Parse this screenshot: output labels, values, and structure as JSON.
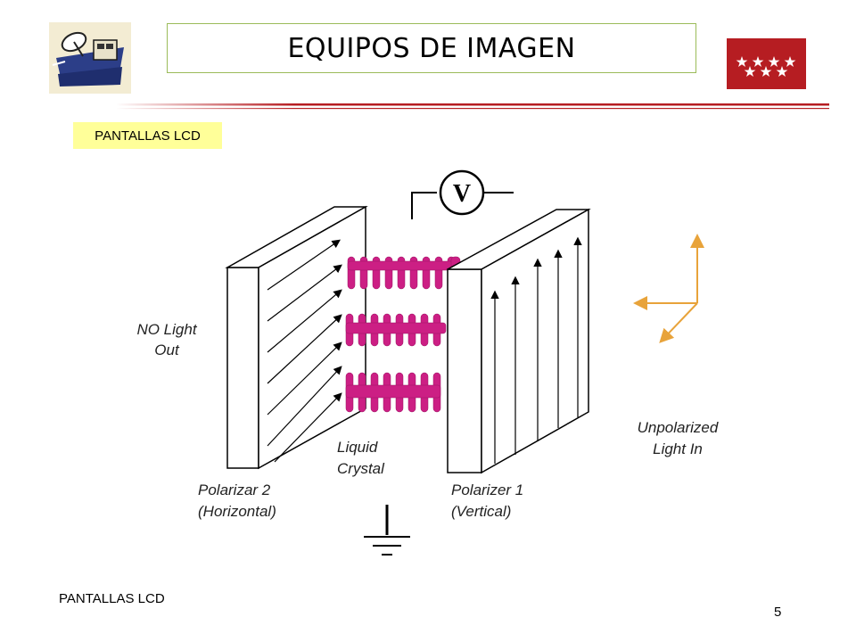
{
  "header": {
    "title": "EQUIPOS DE IMAGEN"
  },
  "section_tag": "PANTALLAS LCD",
  "diagram": {
    "voltmeter_symbol": "V",
    "labels": {
      "no_light_out_1": "NO Light",
      "no_light_out_2": "Out",
      "polarizer2_1": "Polarizar 2",
      "polarizer2_2": "(Horizontal)",
      "liquid_crystal_1": "Liquid",
      "liquid_crystal_2": "Crystal",
      "polarizer1_1": "Polarizer 1",
      "polarizer1_2": "(Vertical)",
      "unpolarized_1": "Unpolarized",
      "unpolarized_2": "Light In"
    },
    "colors": {
      "crystal": "#cc1f84",
      "light_arrows": "#e8a33a",
      "flag": "#b61d22",
      "title_border": "#9bbb59",
      "tag_bg": "#ffff99"
    }
  },
  "footer": {
    "left_text": "PANTALLAS LCD",
    "page_number": "5"
  }
}
